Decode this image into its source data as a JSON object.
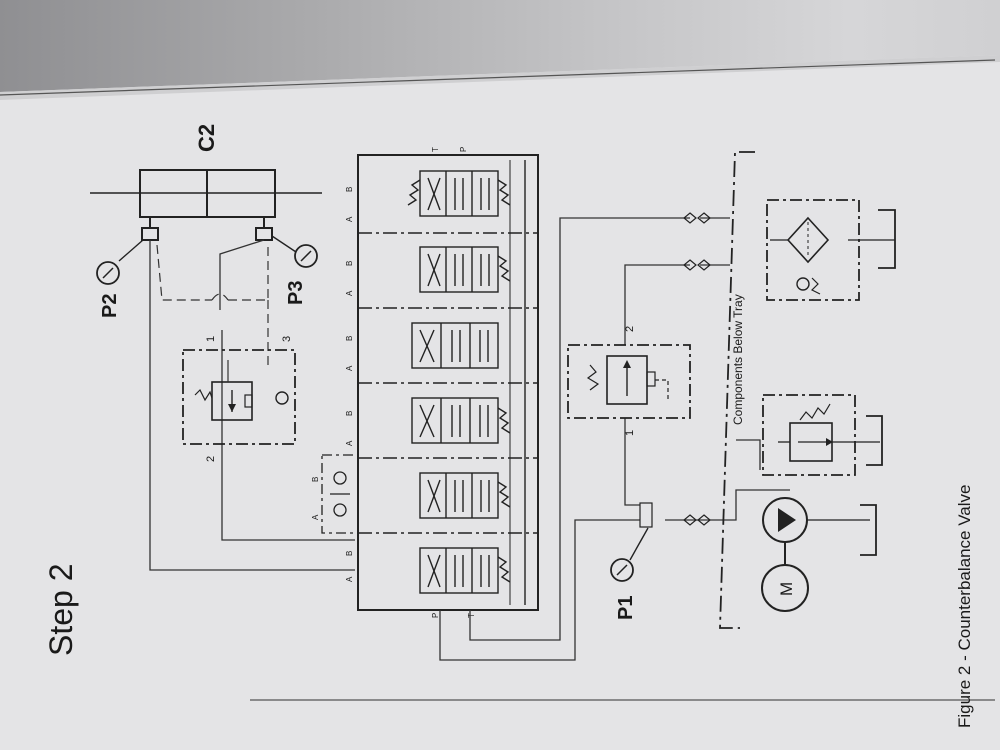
{
  "step_title": "Step 2",
  "figure_caption": "Figure 2 - Counterbalance Valve",
  "components_note": "Components Below Tray",
  "labels": {
    "cylinder": "C2",
    "gauge_p1": "P1",
    "gauge_p2": "P2",
    "gauge_p3": "P3",
    "motor": "M"
  },
  "counterbalance_ports": {
    "port1": "1",
    "port2": "2",
    "port3": "3"
  },
  "relief_ports": {
    "port1": "1",
    "port2": "2"
  },
  "valve_port_a": "A",
  "valve_port_b": "B",
  "valve_port_p": "P",
  "valve_port_t": "T"
}
